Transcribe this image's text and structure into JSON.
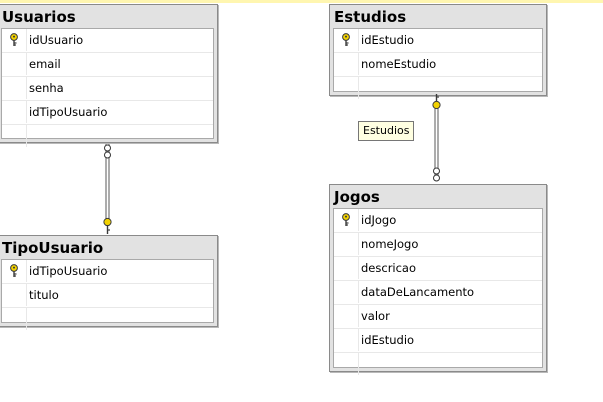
{
  "tables": {
    "usuarios": {
      "title": "Usuarios",
      "columns": [
        "idUsuario",
        "email",
        "senha",
        "idTipoUsuario"
      ],
      "primary_key": "idUsuario"
    },
    "estudios": {
      "title": "Estudios",
      "columns": [
        "idEstudio",
        "nomeEstudio"
      ],
      "primary_key": "idEstudio"
    },
    "tipousuario": {
      "title": "TipoUsuario",
      "columns": [
        "idTipoUsuario",
        "titulo"
      ],
      "primary_key": "idTipoUsuario"
    },
    "jogos": {
      "title": "Jogos",
      "columns": [
        "idJogo",
        "nomeJogo",
        "descricao",
        "dataDeLancamento",
        "valor",
        "idEstudio"
      ],
      "primary_key": "idJogo"
    }
  },
  "relationships": {
    "estudios_jogos": {
      "label": "Estudios"
    }
  },
  "icons": {
    "primary_key": "key-icon",
    "many_end": "infinity-icon"
  },
  "colors": {
    "table_header": "#e2e2e2",
    "key_fill": "#f2d200",
    "tooltip_bg": "#ffffe1",
    "accent_line": "#fff6b0"
  }
}
